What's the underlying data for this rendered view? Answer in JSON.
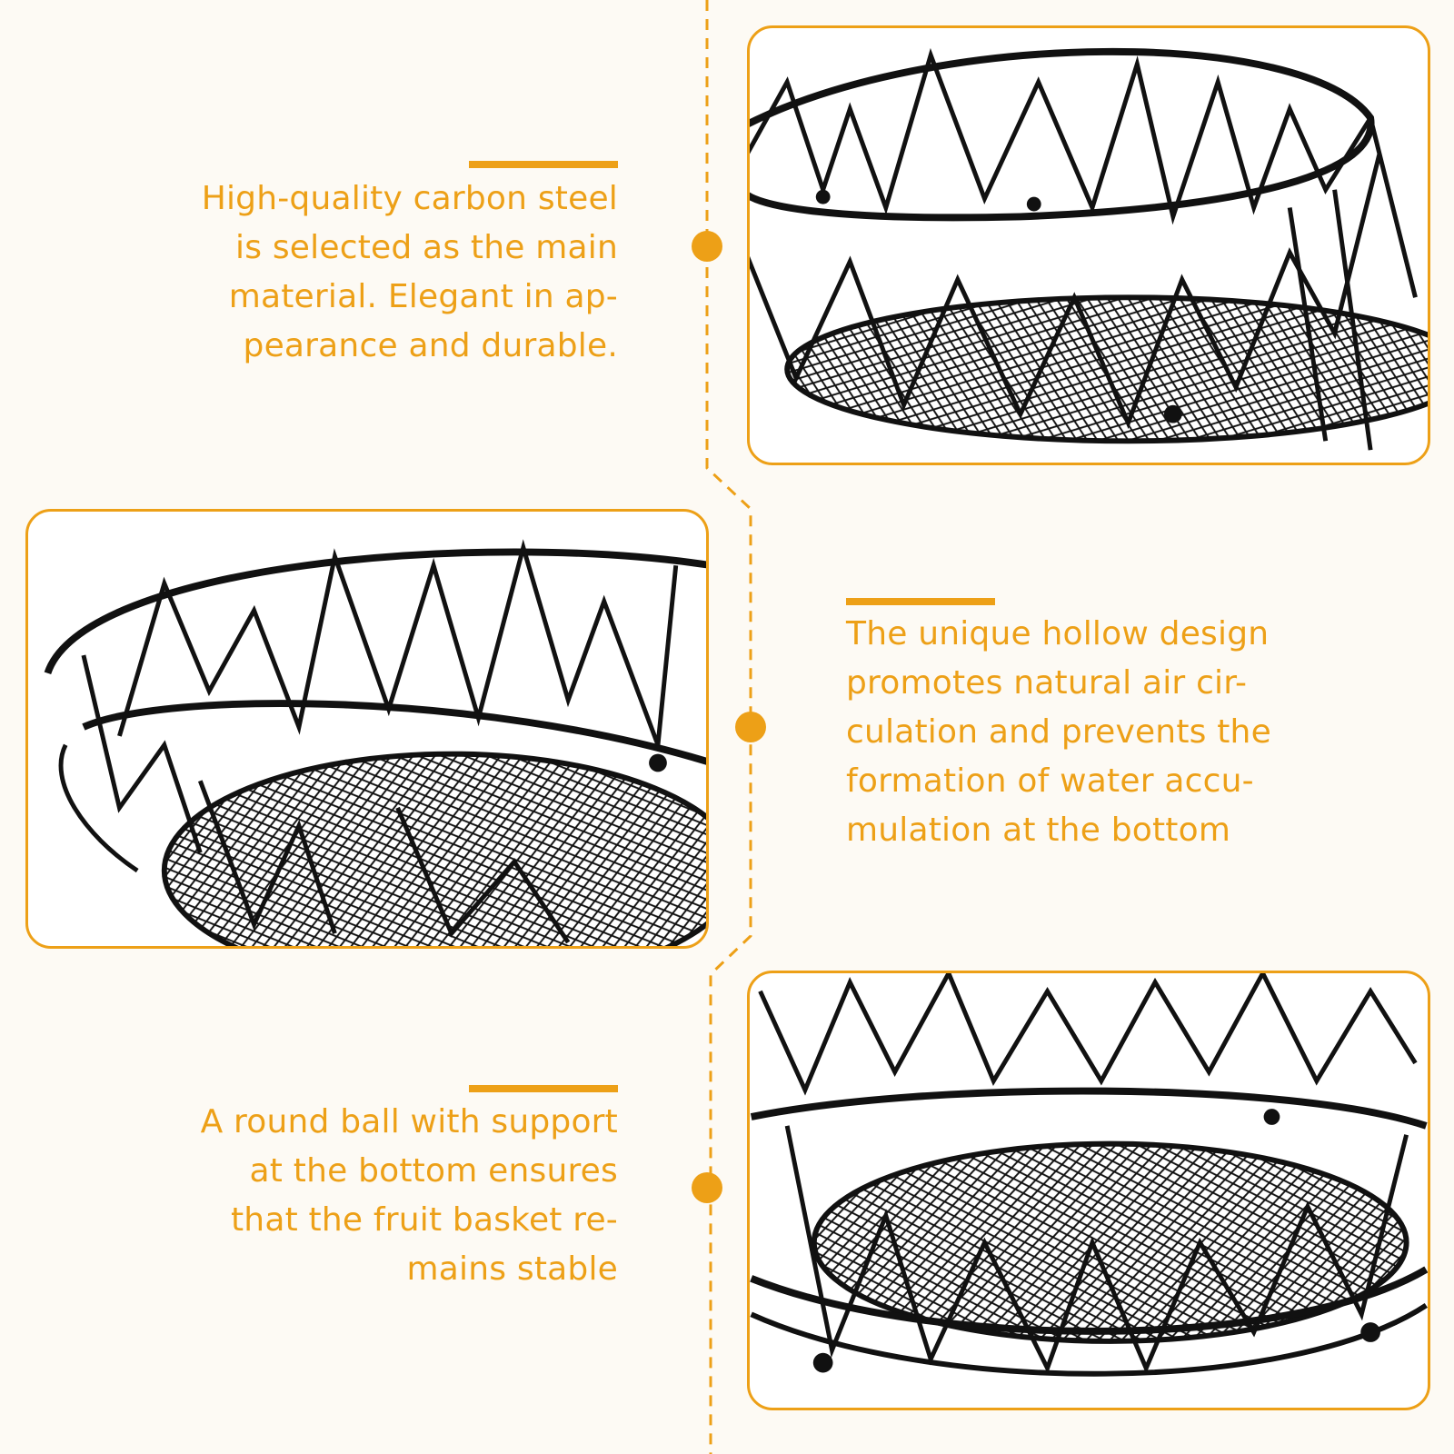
{
  "theme": {
    "accent": "#eda017",
    "background": "#fdfaf4",
    "wire": "#111111"
  },
  "features": [
    {
      "lines": [
        "High-quality carbon steel",
        "is selected as the main",
        "material. Elegant in ap-",
        "pearance and durable."
      ],
      "image": "basket-rim-mesh-closeup"
    },
    {
      "lines": [
        "The unique hollow design",
        "promotes natural air cir-",
        "culation and prevents the",
        "formation of water accu-",
        "mulation at the bottom"
      ],
      "image": "basket-wavy-wire-side"
    },
    {
      "lines": [
        "A round ball with support",
        "at the bottom ensures",
        "that the fruit basket re-",
        "mains stable"
      ],
      "image": "basket-ball-feet-base"
    }
  ],
  "icons": {
    "timeline_node": "circle-dot-icon"
  }
}
